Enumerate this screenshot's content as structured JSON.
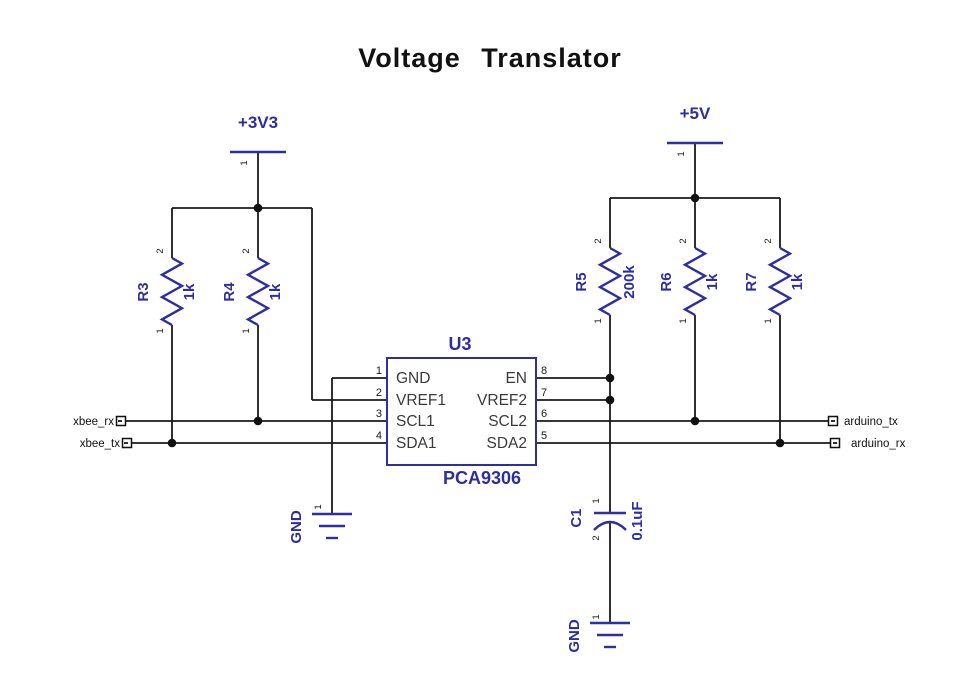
{
  "title": "Voltage Translator",
  "colors": {
    "component_blue": "#2e2e9e",
    "wire_black": "#1a1a1a",
    "text_black": "#111111"
  },
  "power": [
    {
      "label": "+3V3",
      "pin": "1"
    },
    {
      "label": "+5V",
      "pin": "1"
    }
  ],
  "resistors": [
    {
      "ref": "R3",
      "value": "1k",
      "pin_top": "2",
      "pin_bot": "1"
    },
    {
      "ref": "R4",
      "value": "1k",
      "pin_top": "2",
      "pin_bot": "1"
    },
    {
      "ref": "R5",
      "value": "200k",
      "pin_top": "2",
      "pin_bot": "1"
    },
    {
      "ref": "R6",
      "value": "1k",
      "pin_top": "2",
      "pin_bot": "1"
    },
    {
      "ref": "R7",
      "value": "1k",
      "pin_top": "2",
      "pin_bot": "1"
    }
  ],
  "ic": {
    "ref": "U3",
    "part": "PCA9306",
    "left_pins": [
      {
        "num": "1",
        "name": "GND"
      },
      {
        "num": "2",
        "name": "VREF1"
      },
      {
        "num": "3",
        "name": "SCL1"
      },
      {
        "num": "4",
        "name": "SDA1"
      }
    ],
    "right_pins": [
      {
        "num": "8",
        "name": "EN"
      },
      {
        "num": "7",
        "name": "VREF2"
      },
      {
        "num": "6",
        "name": "SCL2"
      },
      {
        "num": "5",
        "name": "SDA2"
      }
    ]
  },
  "capacitor": {
    "ref": "C1",
    "value": "0.1uF",
    "pin_top": "1",
    "pin_bot": "2"
  },
  "grounds": [
    {
      "label": "GND",
      "pin": "1"
    },
    {
      "label": "GND",
      "pin": "1"
    }
  ],
  "nets": [
    {
      "name": "xbee_rx"
    },
    {
      "name": "xbee_tx"
    },
    {
      "name": "arduino_tx"
    },
    {
      "name": "arduino_rx"
    }
  ]
}
